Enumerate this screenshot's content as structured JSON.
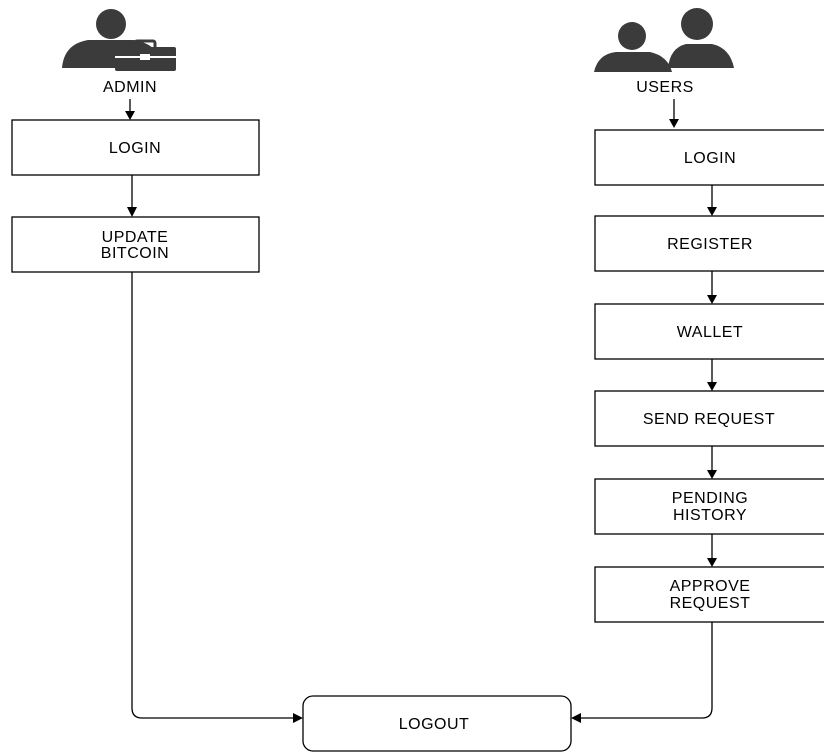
{
  "actors": {
    "admin": {
      "label": "ADMIN",
      "icon": "admin-user-briefcase-icon"
    },
    "users": {
      "label": "USERS",
      "icon": "users-group-icon"
    }
  },
  "admin_flow": {
    "login": "LOGIN",
    "update_bitcoin": [
      "UPDATE",
      "BITCOIN"
    ]
  },
  "user_flow": {
    "login": "LOGIN",
    "register": "REGISTER",
    "wallet": "WALLET",
    "send_request": "SEND REQUEST",
    "pending_history": [
      "PENDING",
      "HISTORY"
    ],
    "approve_request": [
      "APPROVE",
      "REQUEST"
    ]
  },
  "end": {
    "logout": "LOGOUT"
  },
  "colors": {
    "stroke": "#000000",
    "icon_fill": "#3b3b3b",
    "background": "#ffffff"
  }
}
